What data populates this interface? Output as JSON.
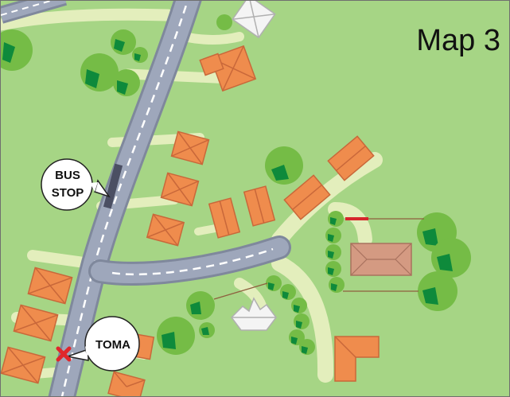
{
  "map": {
    "title": "Map 3",
    "bus_stop_line1": "BUS",
    "bus_stop_line2": "STOP",
    "marker_label": "TOMA",
    "marker_icon": "x-mark-icon",
    "colors": {
      "grass": "#a6d585",
      "path": "#e3eebc",
      "road": "#9ea7bb",
      "road_edge": "#7f889c",
      "house": "#ef8c4d",
      "house_roof_line": "#c9683a",
      "white_house": "#f4f4f4",
      "large_house": "#d49a82",
      "tree": "#75bc46",
      "tree_shade": "#0e8a3b",
      "gate": "#d6262c",
      "marker": "#e0262b",
      "bus_stop": "#4b4f63"
    }
  }
}
